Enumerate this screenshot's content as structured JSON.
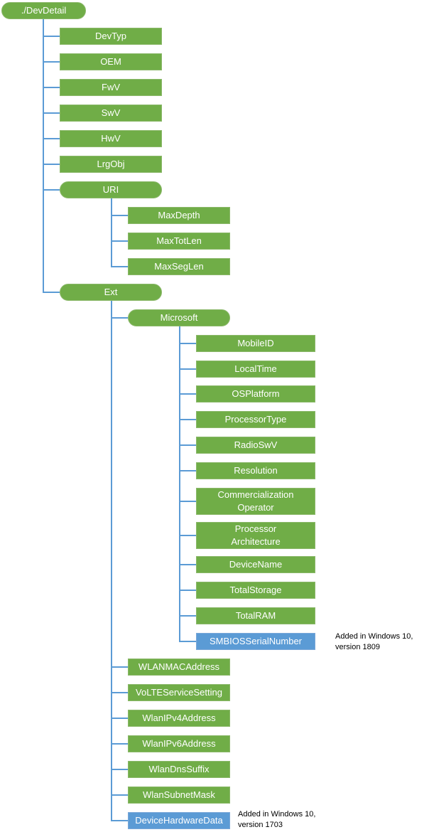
{
  "colors": {
    "green": "#70AD47",
    "blue": "#5B9BD5",
    "line": "#5B9BD5",
    "text": "#FFFFFF"
  },
  "nodes": [
    {
      "id": "root",
      "label": "./DevDetail",
      "shape": "pill"
    },
    {
      "id": "devtyp",
      "label": "DevTyp",
      "shape": "rect"
    },
    {
      "id": "oem",
      "label": "OEM",
      "shape": "rect"
    },
    {
      "id": "fwv",
      "label": "FwV",
      "shape": "rect"
    },
    {
      "id": "swv",
      "label": "SwV",
      "shape": "rect"
    },
    {
      "id": "hwv",
      "label": "HwV",
      "shape": "rect"
    },
    {
      "id": "lrgobj",
      "label": "LrgObj",
      "shape": "rect"
    },
    {
      "id": "uri",
      "label": "URI",
      "shape": "pill"
    },
    {
      "id": "maxdepth",
      "label": "MaxDepth",
      "shape": "rect"
    },
    {
      "id": "maxtotlen",
      "label": "MaxTotLen",
      "shape": "rect"
    },
    {
      "id": "maxseglen",
      "label": "MaxSegLen",
      "shape": "rect"
    },
    {
      "id": "ext",
      "label": "Ext",
      "shape": "pill"
    },
    {
      "id": "microsoft",
      "label": "Microsoft",
      "shape": "pill"
    },
    {
      "id": "mobileid",
      "label": "MobileID",
      "shape": "rect"
    },
    {
      "id": "localtime",
      "label": "LocalTime",
      "shape": "rect"
    },
    {
      "id": "osplatform",
      "label": "OSPlatform",
      "shape": "rect"
    },
    {
      "id": "processortype",
      "label": "ProcessorType",
      "shape": "rect"
    },
    {
      "id": "radioswv",
      "label": "RadioSwV",
      "shape": "rect"
    },
    {
      "id": "resolution",
      "label": "Resolution",
      "shape": "rect"
    },
    {
      "id": "commop",
      "label": "Commercialization\nOperator",
      "shape": "rect"
    },
    {
      "id": "procarch",
      "label": "Processor\nArchitecture",
      "shape": "rect"
    },
    {
      "id": "devicename",
      "label": "DeviceName",
      "shape": "rect"
    },
    {
      "id": "totalstorage",
      "label": "TotalStorage",
      "shape": "rect"
    },
    {
      "id": "totalram",
      "label": "TotalRAM",
      "shape": "rect"
    },
    {
      "id": "smbios",
      "label": "SMBIOSSerialNumber",
      "shape": "blue"
    },
    {
      "id": "wlanmac",
      "label": "WLANMACAddress",
      "shape": "rect"
    },
    {
      "id": "volte",
      "label": "VoLTEServiceSetting",
      "shape": "rect"
    },
    {
      "id": "wlanipv4",
      "label": "WlanIPv4Address",
      "shape": "rect"
    },
    {
      "id": "wlanipv6",
      "label": "WlanIPv6Address",
      "shape": "rect"
    },
    {
      "id": "wlandns",
      "label": "WlanDnsSuffix",
      "shape": "rect"
    },
    {
      "id": "wlansubnet",
      "label": "WlanSubnetMask",
      "shape": "rect"
    },
    {
      "id": "devicehw",
      "label": "DeviceHardwareData",
      "shape": "blue"
    }
  ],
  "notes": [
    {
      "id": "note-smbios",
      "text": "Added in Windows 10,\nversion 1809"
    },
    {
      "id": "note-devicehw",
      "text": "Added in Windows 10,\nversion 1703"
    }
  ]
}
